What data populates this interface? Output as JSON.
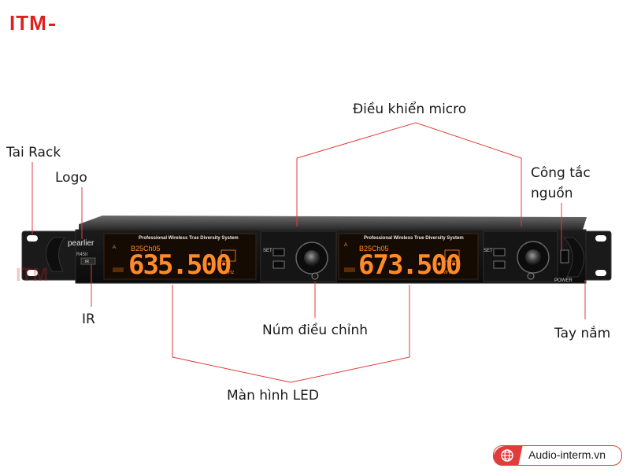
{
  "brand": {
    "logo_text": "ITM",
    "watermark_text": "ITM"
  },
  "device": {
    "brand_name": "pearlier",
    "model": "R45II",
    "ir_label": "IR",
    "power_label": "POWER",
    "screen_a": {
      "title": "Professional Wireless True Diversity System",
      "channel_text": "B25Ch05",
      "frequency": "635.500",
      "unit": "MHz",
      "channel_letter": "A"
    },
    "screen_b": {
      "title": "Professional Wireless True Diversity System",
      "channel_text": "B25Ch05",
      "frequency": "673.500",
      "unit": "MHz",
      "channel_letter": "A"
    },
    "set_label": "SET"
  },
  "callouts": {
    "tai_rack": "Tai Rack",
    "logo": "Logo",
    "ir": "IR",
    "dieu_khien_micro": "Điều khiển micro",
    "cong_tac_nguon_line1": "Công tắc",
    "cong_tac_nguon_line2": "nguồn",
    "num_dieu_chinh": "Núm điều chỉnh",
    "tay_nam": "Tay nắm",
    "man_hinh_led": "Màn hình LED"
  },
  "website": {
    "text": "Audio-interm.vn",
    "icon": "globe-icon"
  },
  "colors": {
    "accent_red": "#e02020",
    "leader_line": "#e23b3b",
    "lcd_orange": "#ff8a2a"
  }
}
